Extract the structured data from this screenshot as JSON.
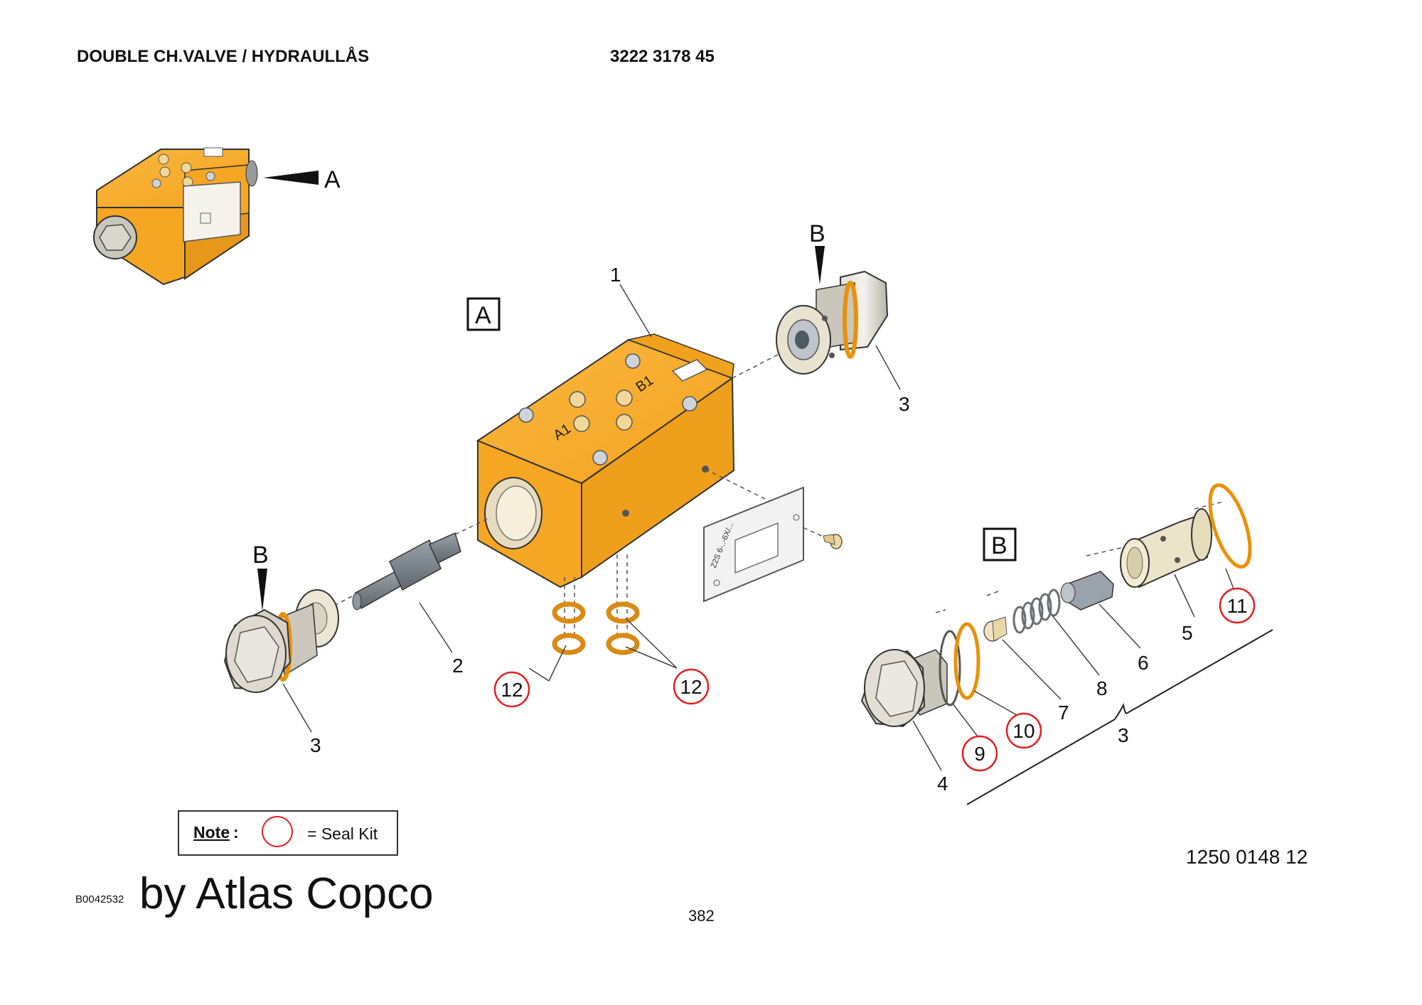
{
  "header": {
    "title": "DOUBLE CH.VALVE / HYDRAULLÅS",
    "part_number": "3222 3178 45"
  },
  "views": {
    "a_arrow": "A",
    "a_box": "A",
    "b_box": "B",
    "b_arrow_top": "B",
    "b_arrow_left": "B"
  },
  "valve_body": {
    "port_a": "A1",
    "port_b": "B1",
    "plate_text": "Z2S 6-..-6X/..."
  },
  "callouts": {
    "c1": "1",
    "c2": "2",
    "c3_right": "3",
    "c3_left": "3",
    "c3_group": "3",
    "c4": "4",
    "c5": "5",
    "c6": "6",
    "c7": "7",
    "c8": "8",
    "c9": "9",
    "c10": "10",
    "c11": "11",
    "c12_left": "12",
    "c12_right": "12"
  },
  "note": {
    "label": "Note",
    "colon": ":",
    "text": "= Seal Kit"
  },
  "footer": {
    "doc_code": "B0042532",
    "brand": "by Atlas Copco",
    "page_number": "382",
    "drawing_number": "1250 0148 12"
  },
  "colors": {
    "body": "#f5a623",
    "body_dark": "#d88a10",
    "seal": "#e8920a",
    "steel": "#c9c6bc",
    "plug": "#d4d0c4",
    "cone": "#7e878f",
    "seal_circle": "#e02020"
  }
}
